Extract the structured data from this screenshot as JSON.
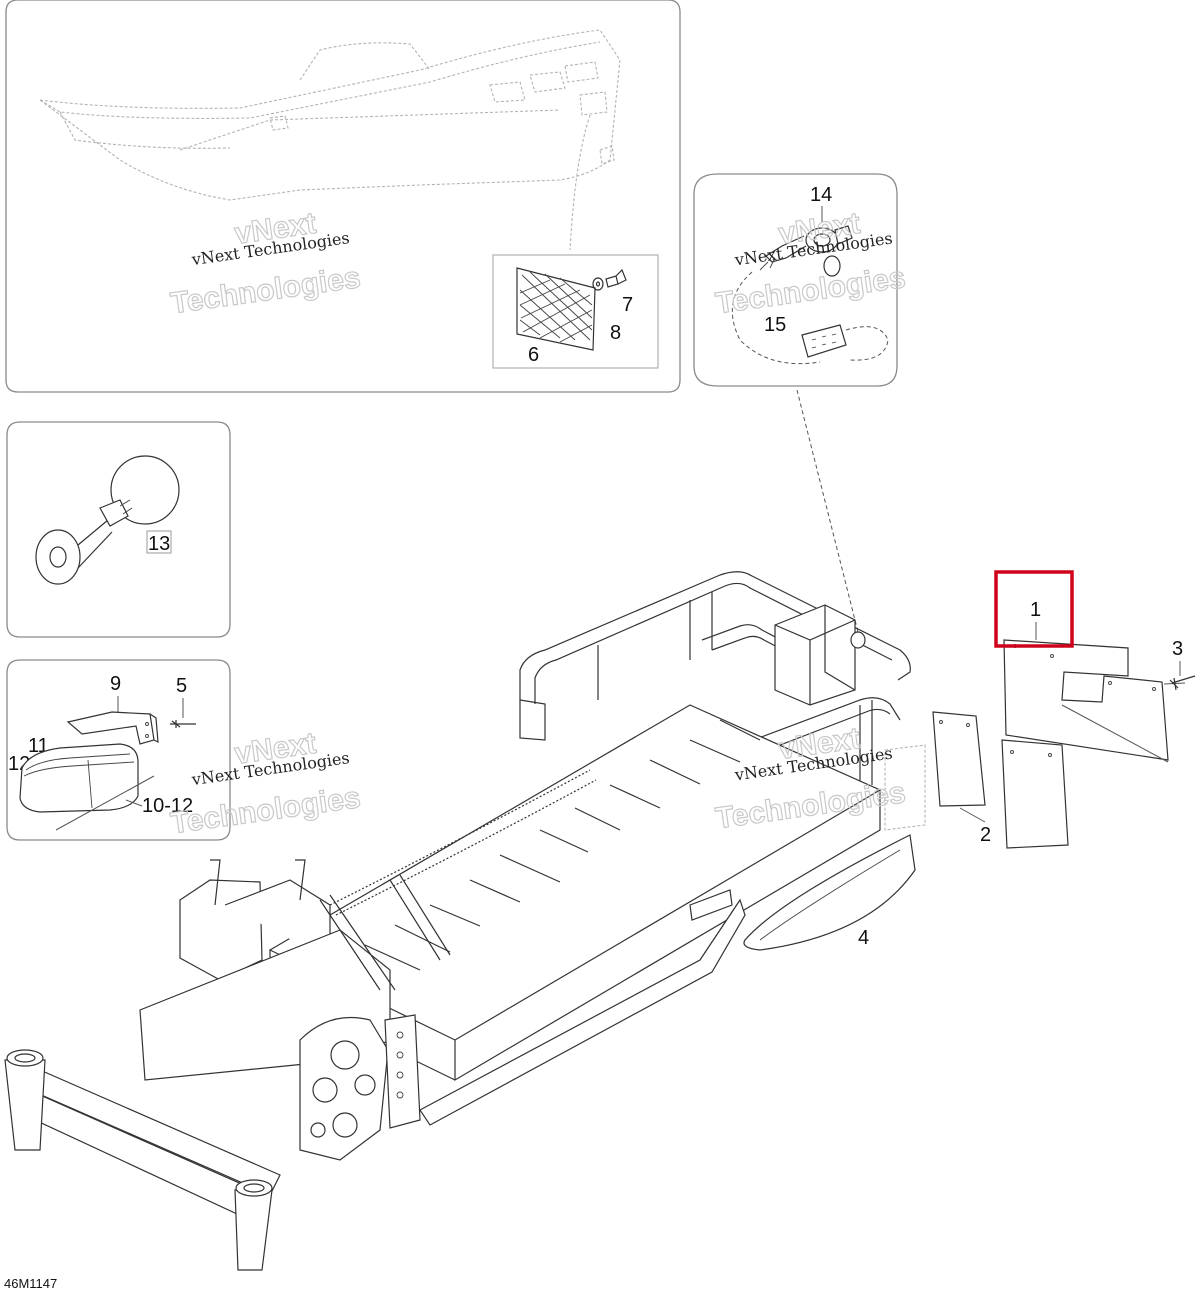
{
  "callouts": {
    "c1": "1",
    "c2": "2",
    "c3": "3",
    "c4": "4",
    "c5": "5",
    "c6": "6",
    "c7": "7",
    "c8": "8",
    "c9": "9",
    "c10_12": "10-12",
    "c11": "11",
    "c12": "12",
    "c13": "13",
    "c14": "14",
    "c15": "15"
  },
  "watermark": {
    "line1": "vNext Technologies",
    "line2": "vNext",
    "line3": "Technologies"
  },
  "figure_code": "46M1147",
  "highlight": {
    "callout": "1",
    "color": "#d0021b"
  }
}
